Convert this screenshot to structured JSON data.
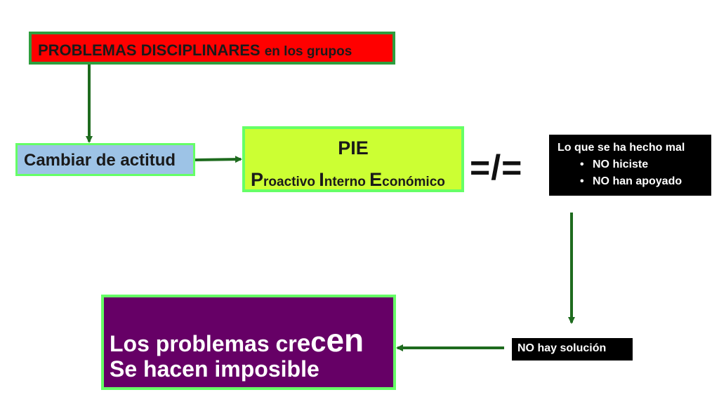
{
  "problems": {
    "main": "PROBLEMAS DISCIPLINARES",
    "suffix": "en los grupos"
  },
  "actitud": {
    "label": "Cambiar de actitud"
  },
  "pie": {
    "title": "PIE",
    "w1_cap": "P",
    "w1_rest": "roactivo",
    "w2_cap": "I",
    "w2_rest": "nterno",
    "w3_cap": "E",
    "w3_rest": "conómico"
  },
  "not_equal": "=/=",
  "mal": {
    "title": "Lo que se ha hecho mal",
    "items": [
      "NO hiciste",
      "NO han apoyado"
    ]
  },
  "no_solucion": "NO hay solución",
  "crecen": {
    "line1_a": "Los problemas cr",
    "line1_b": "e",
    "line1_c": "c",
    "line1_d": "en",
    "line2": "Se hacen imposible"
  },
  "colors": {
    "arrow": "#1e6b1e",
    "problems_bg": "#ff0000",
    "actitud_bg": "#9dc3e6",
    "pie_bg": "#ccff33",
    "crecen_bg": "#660066",
    "border_green": "#66ff66"
  }
}
